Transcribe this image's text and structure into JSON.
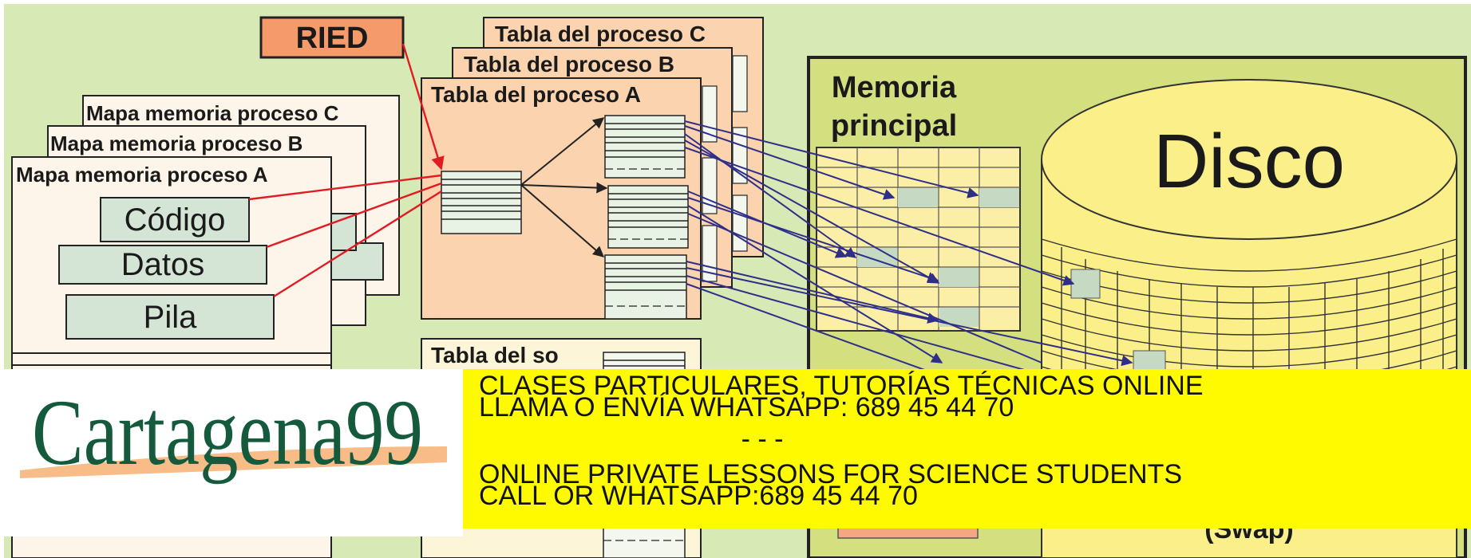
{
  "ried": "RIED",
  "process_maps": [
    "Mapa memoria proceso C",
    "Mapa memoria proceso B",
    "Mapa memoria proceso A"
  ],
  "segments": [
    "Código",
    "Datos",
    "Pila"
  ],
  "process_tables": [
    "Tabla del proceso C",
    "Tabla del proceso B",
    "Tabla del proceso A"
  ],
  "os_table": "Tabla del so",
  "main_memory": [
    "Memoria",
    "principal"
  ],
  "disk": "Disco",
  "swap": "(Swap)",
  "logo": "Cartagena99",
  "ad": {
    "line1": "CLASES PARTICULARES, TUTORÍAS TÉCNICAS ONLINE",
    "line2": "LLAMA O ENVÍA WHATSAPP: 689 45 44 70",
    "sep": "- - -",
    "line3": "ONLINE PRIVATE LESSONS FOR SCIENCE STUDENTS",
    "line4": "CALL OR WHATSAPP:689 45 44 70"
  },
  "colors": {
    "background": "#d7e9b5",
    "ried": "#f59a6a",
    "process_table": "#fbd3ae",
    "os_table": "#fdf5d8",
    "map": "#fdf5ea",
    "segment": "#d4e5d6",
    "memory_panel": "#d4e080",
    "memory_grid": "#fbeea6",
    "disk": "#fbef8a",
    "ad_banner": "#fffa00",
    "red_arrow": "#e01b24",
    "blue_arrow": "#2f2f8a"
  }
}
